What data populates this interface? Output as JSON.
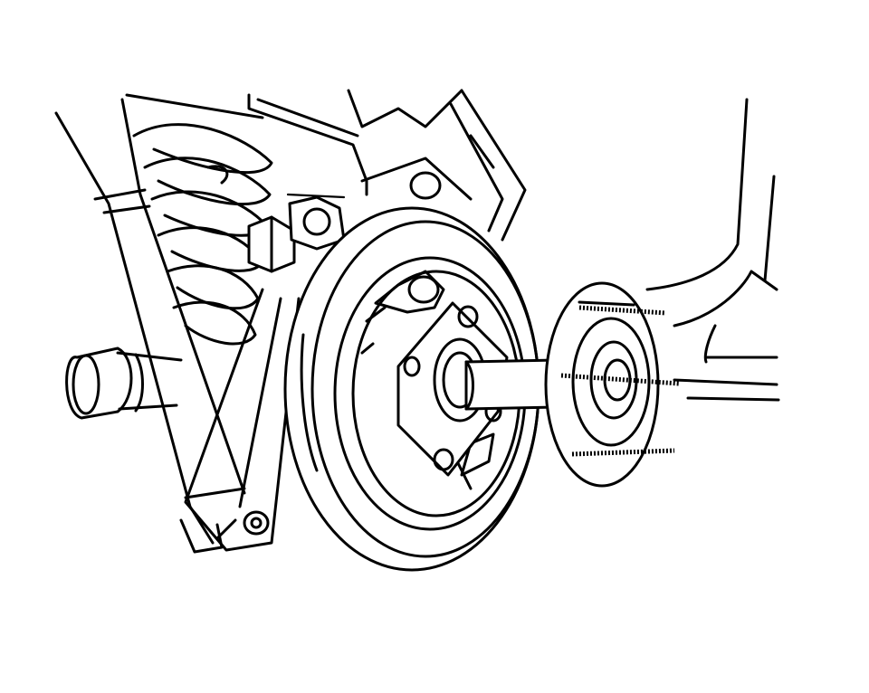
{
  "illustration": {
    "subject": "rear-wheel-hub-and-brake-drum-assembly",
    "style": "black-line-art",
    "colors": {
      "ink": "#000000",
      "paper": "#ffffff"
    },
    "parts": [
      "shock-absorber",
      "coil-spring",
      "suspension-arm",
      "brake-backing-plate",
      "brake-drum",
      "axle-spindle",
      "hub-flange",
      "wheel-studs",
      "body-panel"
    ]
  }
}
